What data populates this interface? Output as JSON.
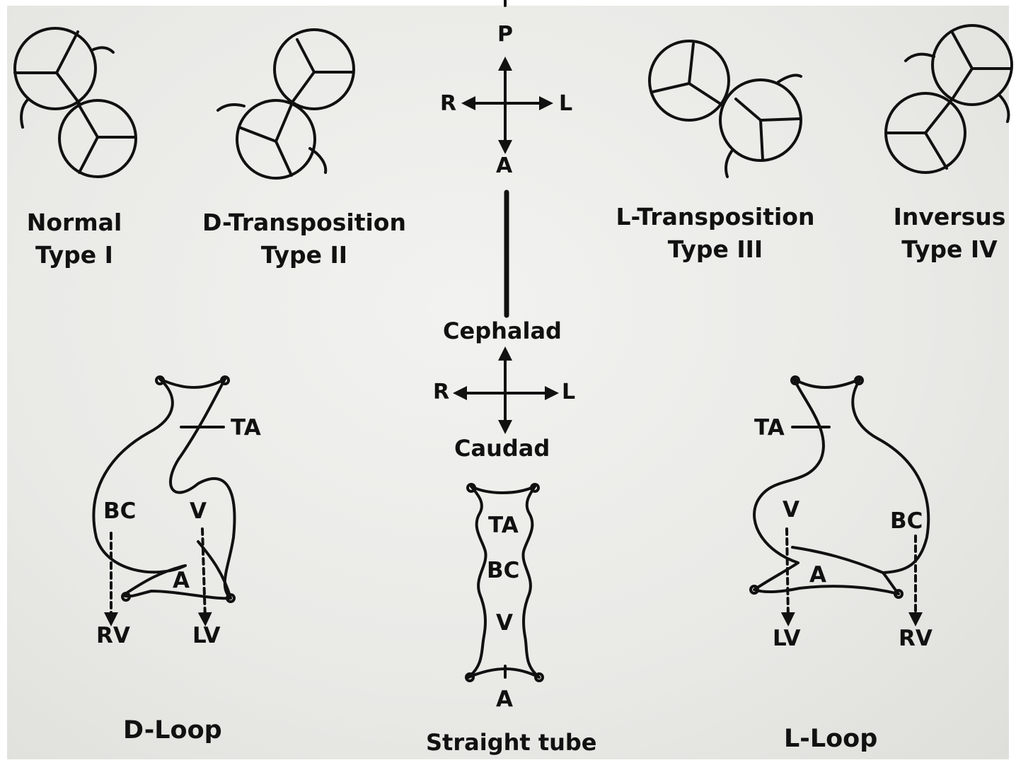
{
  "great_arteries": {
    "normal": {
      "name": "Normal",
      "type": "Type I"
    },
    "d_transposition": {
      "name": "D-Transposition",
      "type": "Type II"
    },
    "l_transposition": {
      "name": "L-Transposition",
      "type": "Type III"
    },
    "inversus": {
      "name": "Inversus",
      "type": "Type IV"
    }
  },
  "compass_top": {
    "p": "P",
    "a": "A",
    "r": "R",
    "l": "L"
  },
  "compass_bottom": {
    "cephalad": "Cephalad",
    "caudad": "Caudad",
    "r": "R",
    "l": "L"
  },
  "d_loop": {
    "ta": "TA",
    "bc": "BC",
    "v": "V",
    "a": "A",
    "rv": "RV",
    "lv": "LV",
    "title": "D-Loop"
  },
  "straight_tube": {
    "ta": "TA",
    "bc": "BC",
    "v": "V",
    "a": "A",
    "title": "Straight tube"
  },
  "l_loop": {
    "ta": "TA",
    "bc": "BC",
    "v": "V",
    "a": "A",
    "lv": "LV",
    "rv": "RV",
    "title": "L-Loop"
  },
  "colors": {
    "ink": "#111111",
    "background": "#ececea"
  }
}
